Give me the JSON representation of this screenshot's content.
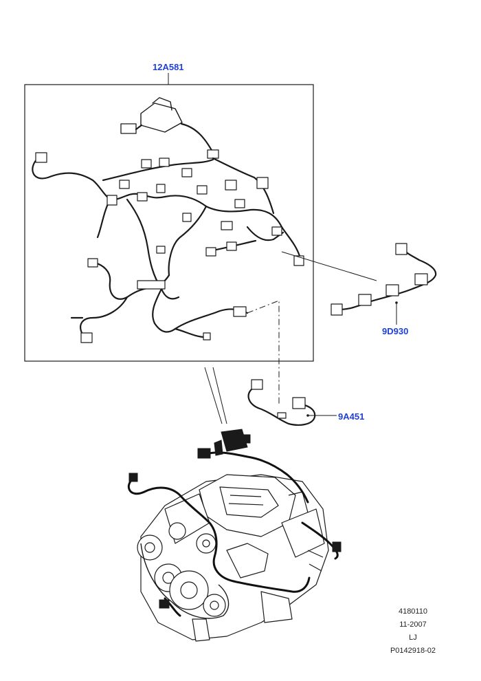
{
  "colors": {
    "callout": "#1f3fd6",
    "line": "#1a1a1a"
  },
  "callouts": {
    "harness_main": "12A581",
    "harness_injector": "9D930",
    "harness_sub": "9A451"
  },
  "meta": {
    "line1": "4180110",
    "line2": "11-2007",
    "line3": "LJ",
    "line4": "P0142918-02"
  }
}
